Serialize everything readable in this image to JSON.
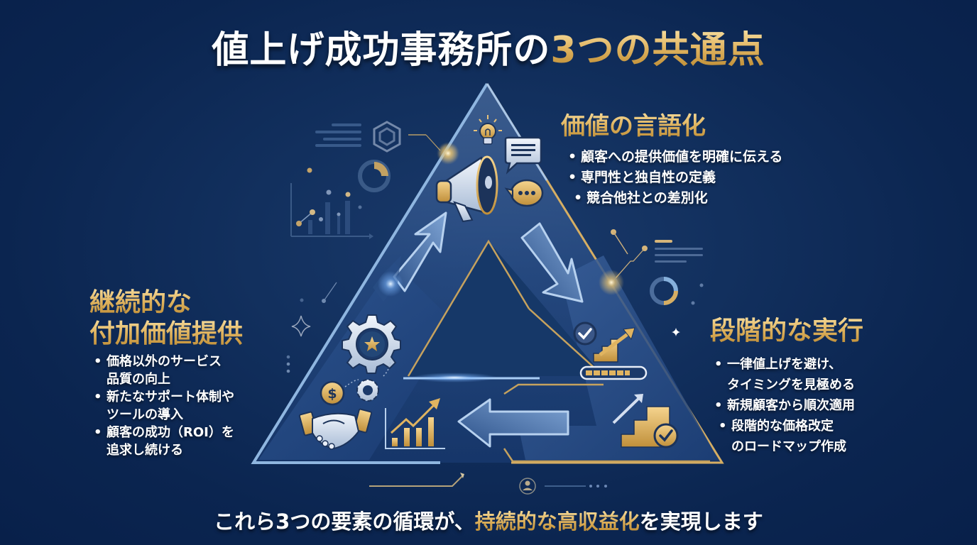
{
  "title": {
    "prefix": "値上げ成功事務所の",
    "highlight": "3つの共通点"
  },
  "colors": {
    "background": "#0b2550",
    "gold": "#e0b460",
    "light_blue": "#8fb6e0",
    "white": "#ffffff"
  },
  "sections": {
    "top": {
      "heading": "価値の言語化",
      "bullets": [
        "顧客への提供価値を明確に伝える",
        "専門性と独自性の定義",
        "競合他社との差別化"
      ],
      "icons": [
        "lightbulb-icon",
        "megaphone-icon",
        "speech-bubble-lines-icon",
        "speech-bubble-dots-icon"
      ]
    },
    "left": {
      "heading_line1": "継続的な",
      "heading_line2": "付加価値提供",
      "bullets": [
        {
          "line1": "価格以外のサービス",
          "line2": "品質の向上"
        },
        {
          "line1": "新たなサポート体制や",
          "line2": "ツールの導入"
        },
        {
          "line1": "顧客の成功（ROI）を",
          "line2": "追求し続ける"
        }
      ],
      "icons": [
        "gear-star-icon",
        "small-gear-icon",
        "dollar-coin-icon",
        "handshake-icon",
        "growth-chart-icon"
      ]
    },
    "right": {
      "heading": "段階的な実行",
      "bullets": [
        {
          "line1": "一律値上げを避け、",
          "line2": "タイミングを見極める"
        },
        {
          "line1": "新規顧客から順次適用",
          "line2": ""
        },
        {
          "line1": "段階的な価格改定",
          "line2": "のロードマップ作成"
        }
      ],
      "icons": [
        "check-circle-icon",
        "stairs-arrow-icon",
        "progress-bar-icon",
        "arrow-up-right-icon",
        "stairs-check-icon"
      ]
    }
  },
  "footer": {
    "prefix": "これら3つの要素の循環が、",
    "highlight": "持続的な高収益化",
    "suffix": "を実現します"
  }
}
